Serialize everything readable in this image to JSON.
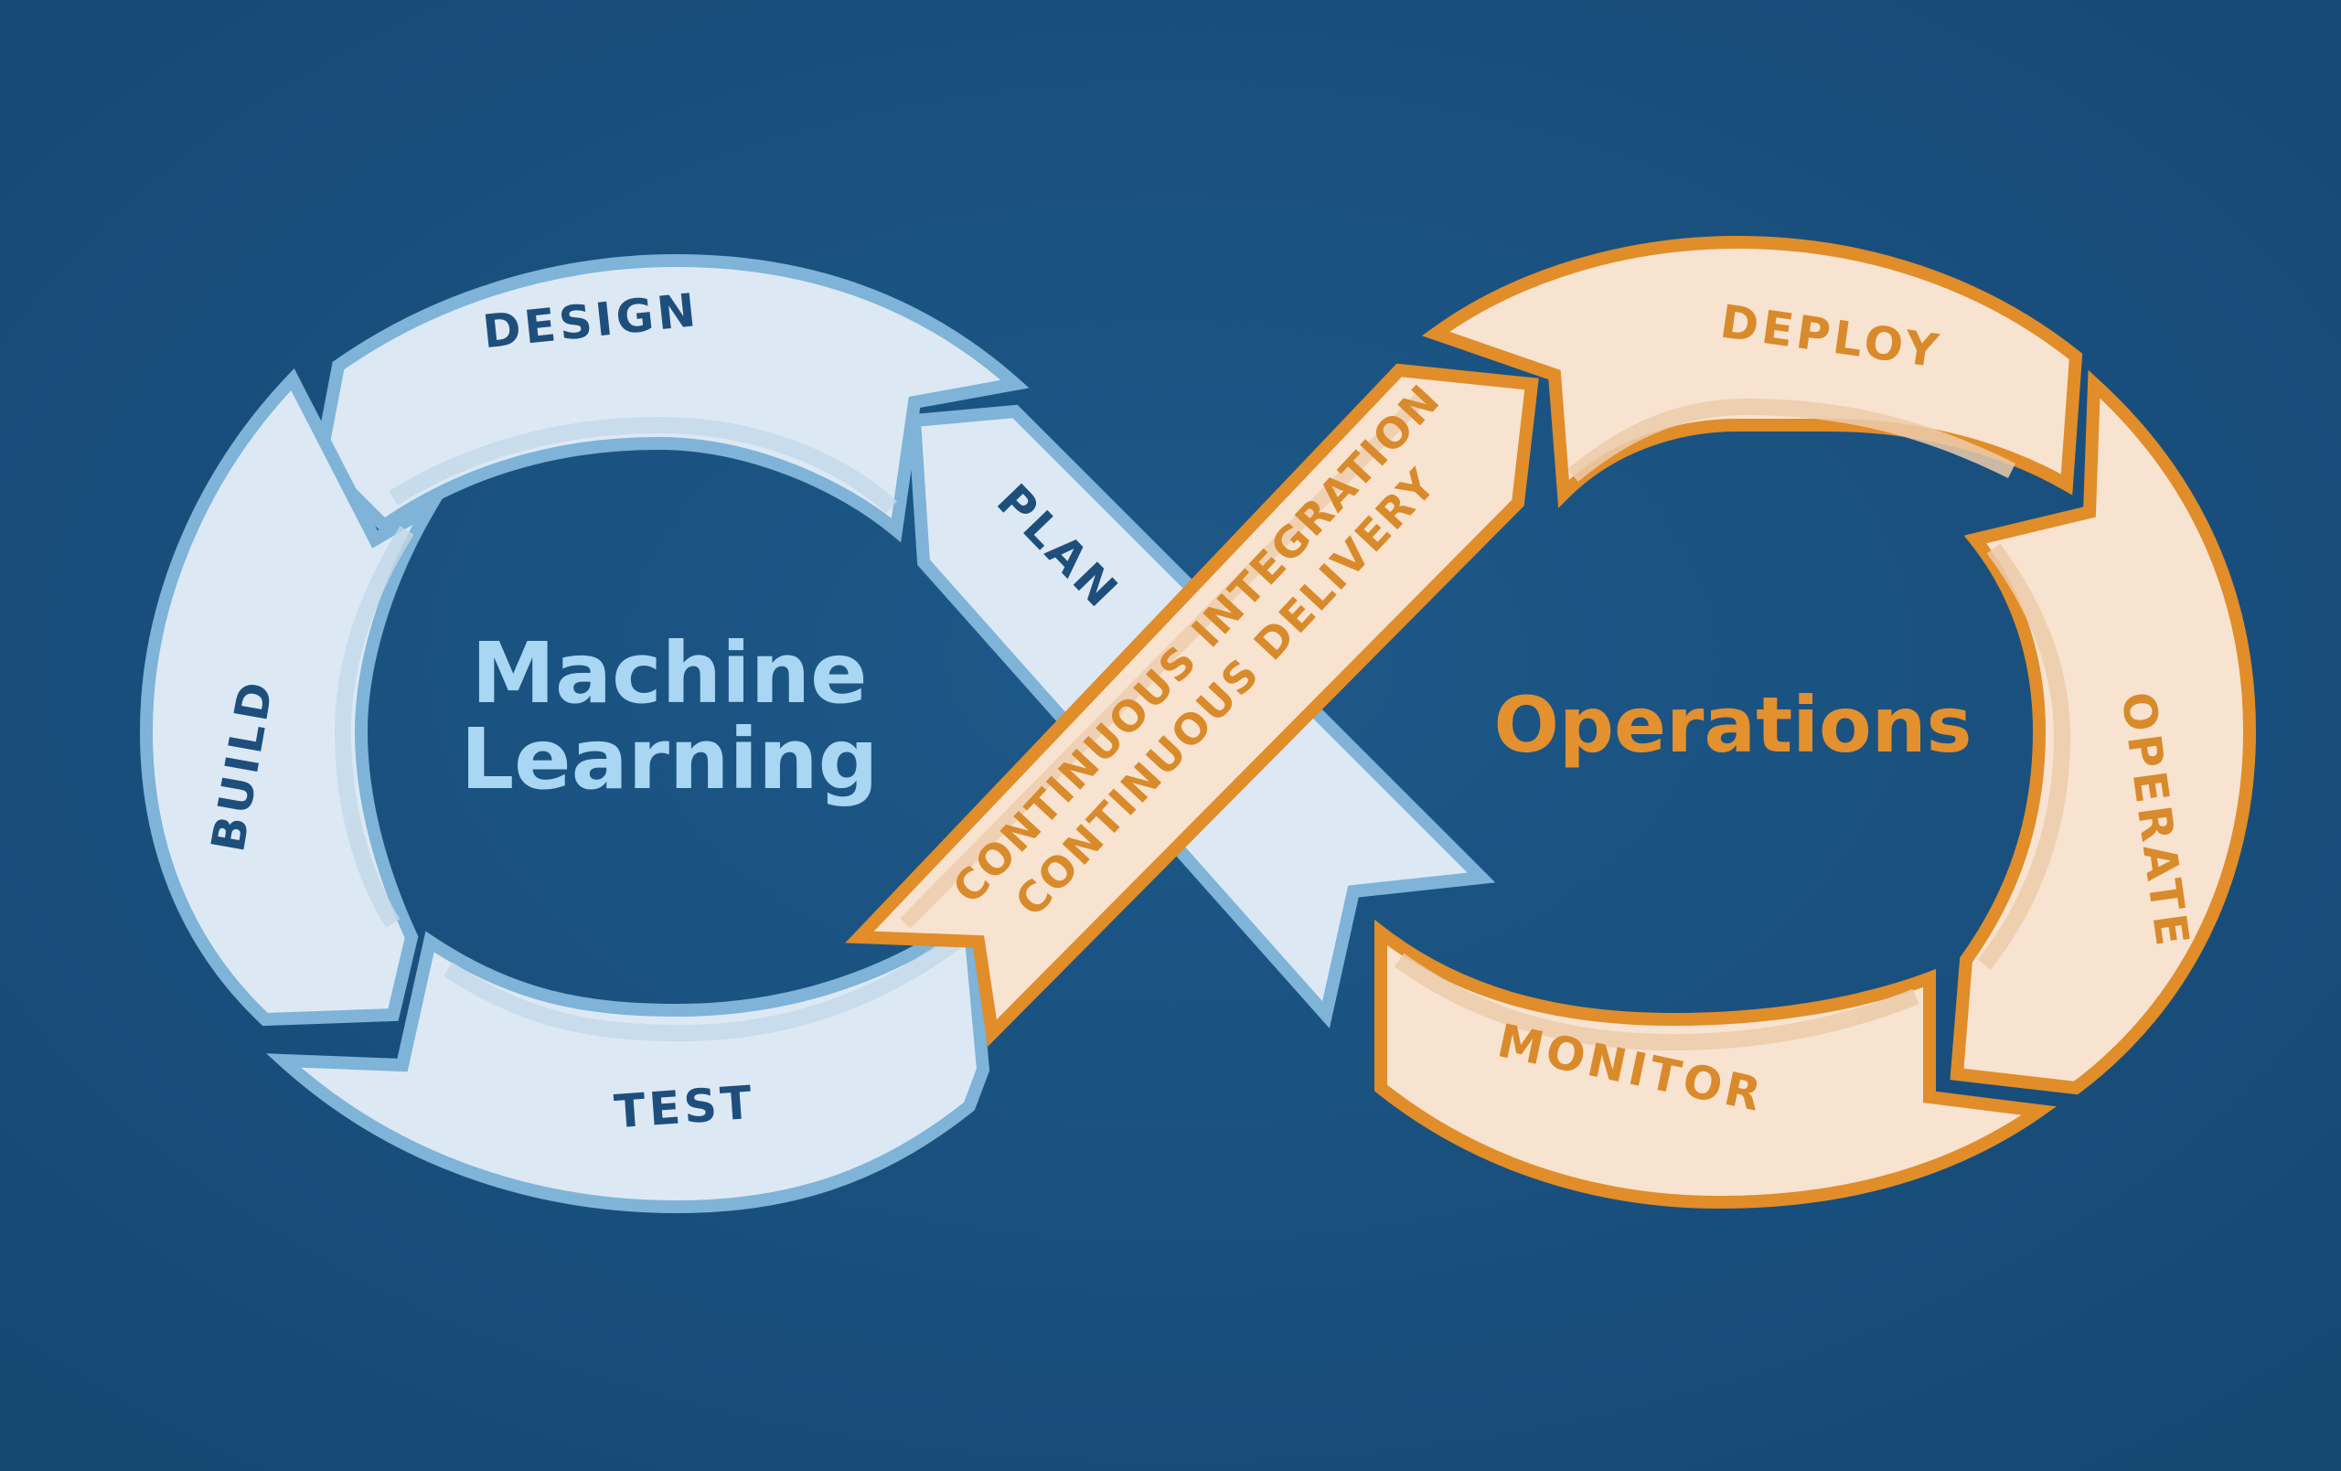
{
  "diagram": {
    "ml_cycle": {
      "title_line1": "Machine",
      "title_line2": "Learning",
      "stages": [
        "DESIGN",
        "BUILD",
        "TEST",
        "PLAN"
      ]
    },
    "ops_cycle": {
      "title": "Operations",
      "stages": [
        "DEPLOY",
        "OPERATE",
        "MONITOR"
      ]
    },
    "bridge": {
      "line1": "CONTINUOUS INTEGRATION",
      "line2": "CONTINUOUS DELIVERY"
    }
  },
  "colors": {
    "background": "#1c5585",
    "ml_fill": "#dce9f4",
    "ml_stroke": "#7fb3d8",
    "ml_text": "#1e4f7c",
    "ml_title": "#a9d6f2",
    "ops_fill": "#f7e3cf",
    "ops_stroke": "#e08d2a",
    "ops_text": "#d98a2b"
  }
}
